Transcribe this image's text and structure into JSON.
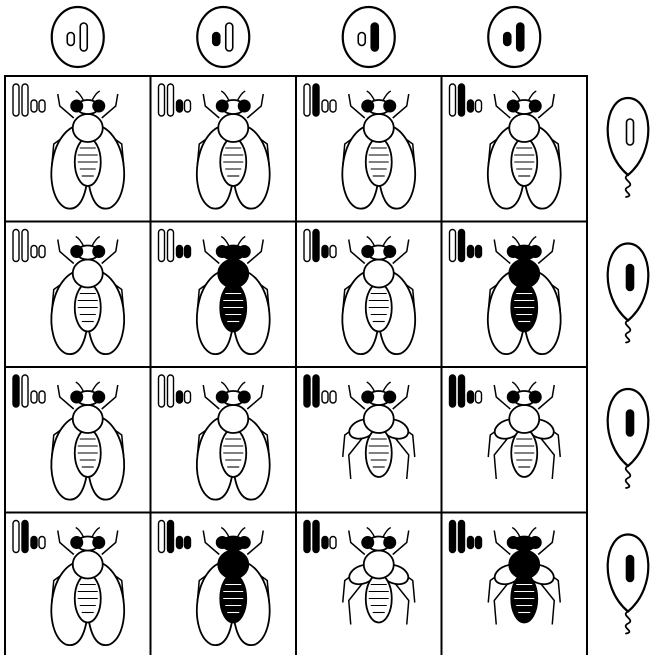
{
  "colors": {
    "ink": "#000000",
    "paper": "#ffffff"
  },
  "gametes_top": [
    {
      "marks": [
        "o",
        "o"
      ]
    },
    {
      "marks": [
        "f",
        "o"
      ]
    },
    {
      "marks": [
        "o",
        "f"
      ]
    },
    {
      "marks": [
        "f",
        "f"
      ]
    }
  ],
  "gametes_side": [
    {
      "marks": [
        "o"
      ]
    },
    {
      "marks": [
        "f"
      ]
    },
    {
      "marks": [
        "f"
      ]
    },
    {
      "marks": [
        "f"
      ]
    }
  ],
  "grid": [
    [
      {
        "genotype": [
          "o",
          "o",
          "o",
          "o"
        ],
        "body": "light",
        "wings": "long"
      },
      {
        "genotype": [
          "o",
          "o",
          "f",
          "o"
        ],
        "body": "light",
        "wings": "long"
      },
      {
        "genotype": [
          "o",
          "f",
          "o",
          "o"
        ],
        "body": "light",
        "wings": "long"
      },
      {
        "genotype": [
          "o",
          "f",
          "f",
          "o"
        ],
        "body": "light",
        "wings": "long"
      }
    ],
    [
      {
        "genotype": [
          "o",
          "o",
          "o",
          "o"
        ],
        "body": "light",
        "wings": "long"
      },
      {
        "genotype": [
          "o",
          "o",
          "f",
          "f"
        ],
        "body": "dark",
        "wings": "long"
      },
      {
        "genotype": [
          "o",
          "f",
          "f",
          "o"
        ],
        "body": "light",
        "wings": "long"
      },
      {
        "genotype": [
          "o",
          "f",
          "f",
          "f"
        ],
        "body": "dark",
        "wings": "long"
      }
    ],
    [
      {
        "genotype": [
          "f",
          "o",
          "o",
          "o"
        ],
        "body": "light",
        "wings": "long"
      },
      {
        "genotype": [
          "o",
          "o",
          "f",
          "o"
        ],
        "body": "light",
        "wings": "long"
      },
      {
        "genotype": [
          "f",
          "f",
          "o",
          "o"
        ],
        "body": "light",
        "wings": "short"
      },
      {
        "genotype": [
          "f",
          "f",
          "f",
          "o"
        ],
        "body": "light",
        "wings": "short"
      }
    ],
    [
      {
        "genotype": [
          "o",
          "f",
          "f",
          "o"
        ],
        "body": "light",
        "wings": "long"
      },
      {
        "genotype": [
          "o",
          "f",
          "f",
          "f"
        ],
        "body": "dark",
        "wings": "long"
      },
      {
        "genotype": [
          "f",
          "f",
          "f",
          "o"
        ],
        "body": "light",
        "wings": "short"
      },
      {
        "genotype": [
          "f",
          "f",
          "f",
          "f"
        ],
        "body": "dark",
        "wings": "short"
      }
    ]
  ]
}
